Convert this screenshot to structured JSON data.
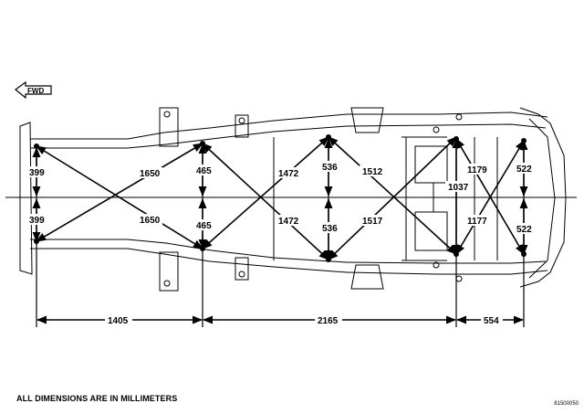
{
  "diagram": {
    "direction_label": "FWD",
    "note": "ALL DIMENSIONS ARE IN MILLIMETERS",
    "figure_code": "81500050",
    "dimensions": {
      "front_upper_half_width": "399",
      "front_lower_half_width": "399",
      "diag_front_upper": "1650",
      "diag_front_lower": "1650",
      "second_upper_half_width": "465",
      "second_lower_half_width": "465",
      "diag_mid_upper": "1472",
      "diag_mid_lower": "1472",
      "third_upper_half_width": "536",
      "third_lower_half_width": "536",
      "diag_rear_upper": "1512",
      "diag_rear_lower": "1517",
      "fourth_width": "1037",
      "diag_tail_upper": "1179",
      "diag_tail_lower": "1177",
      "tail_upper_half_width": "522",
      "tail_lower_half_width": "522",
      "length_front": "1405",
      "length_mid": "2165",
      "length_rear": "554"
    }
  }
}
